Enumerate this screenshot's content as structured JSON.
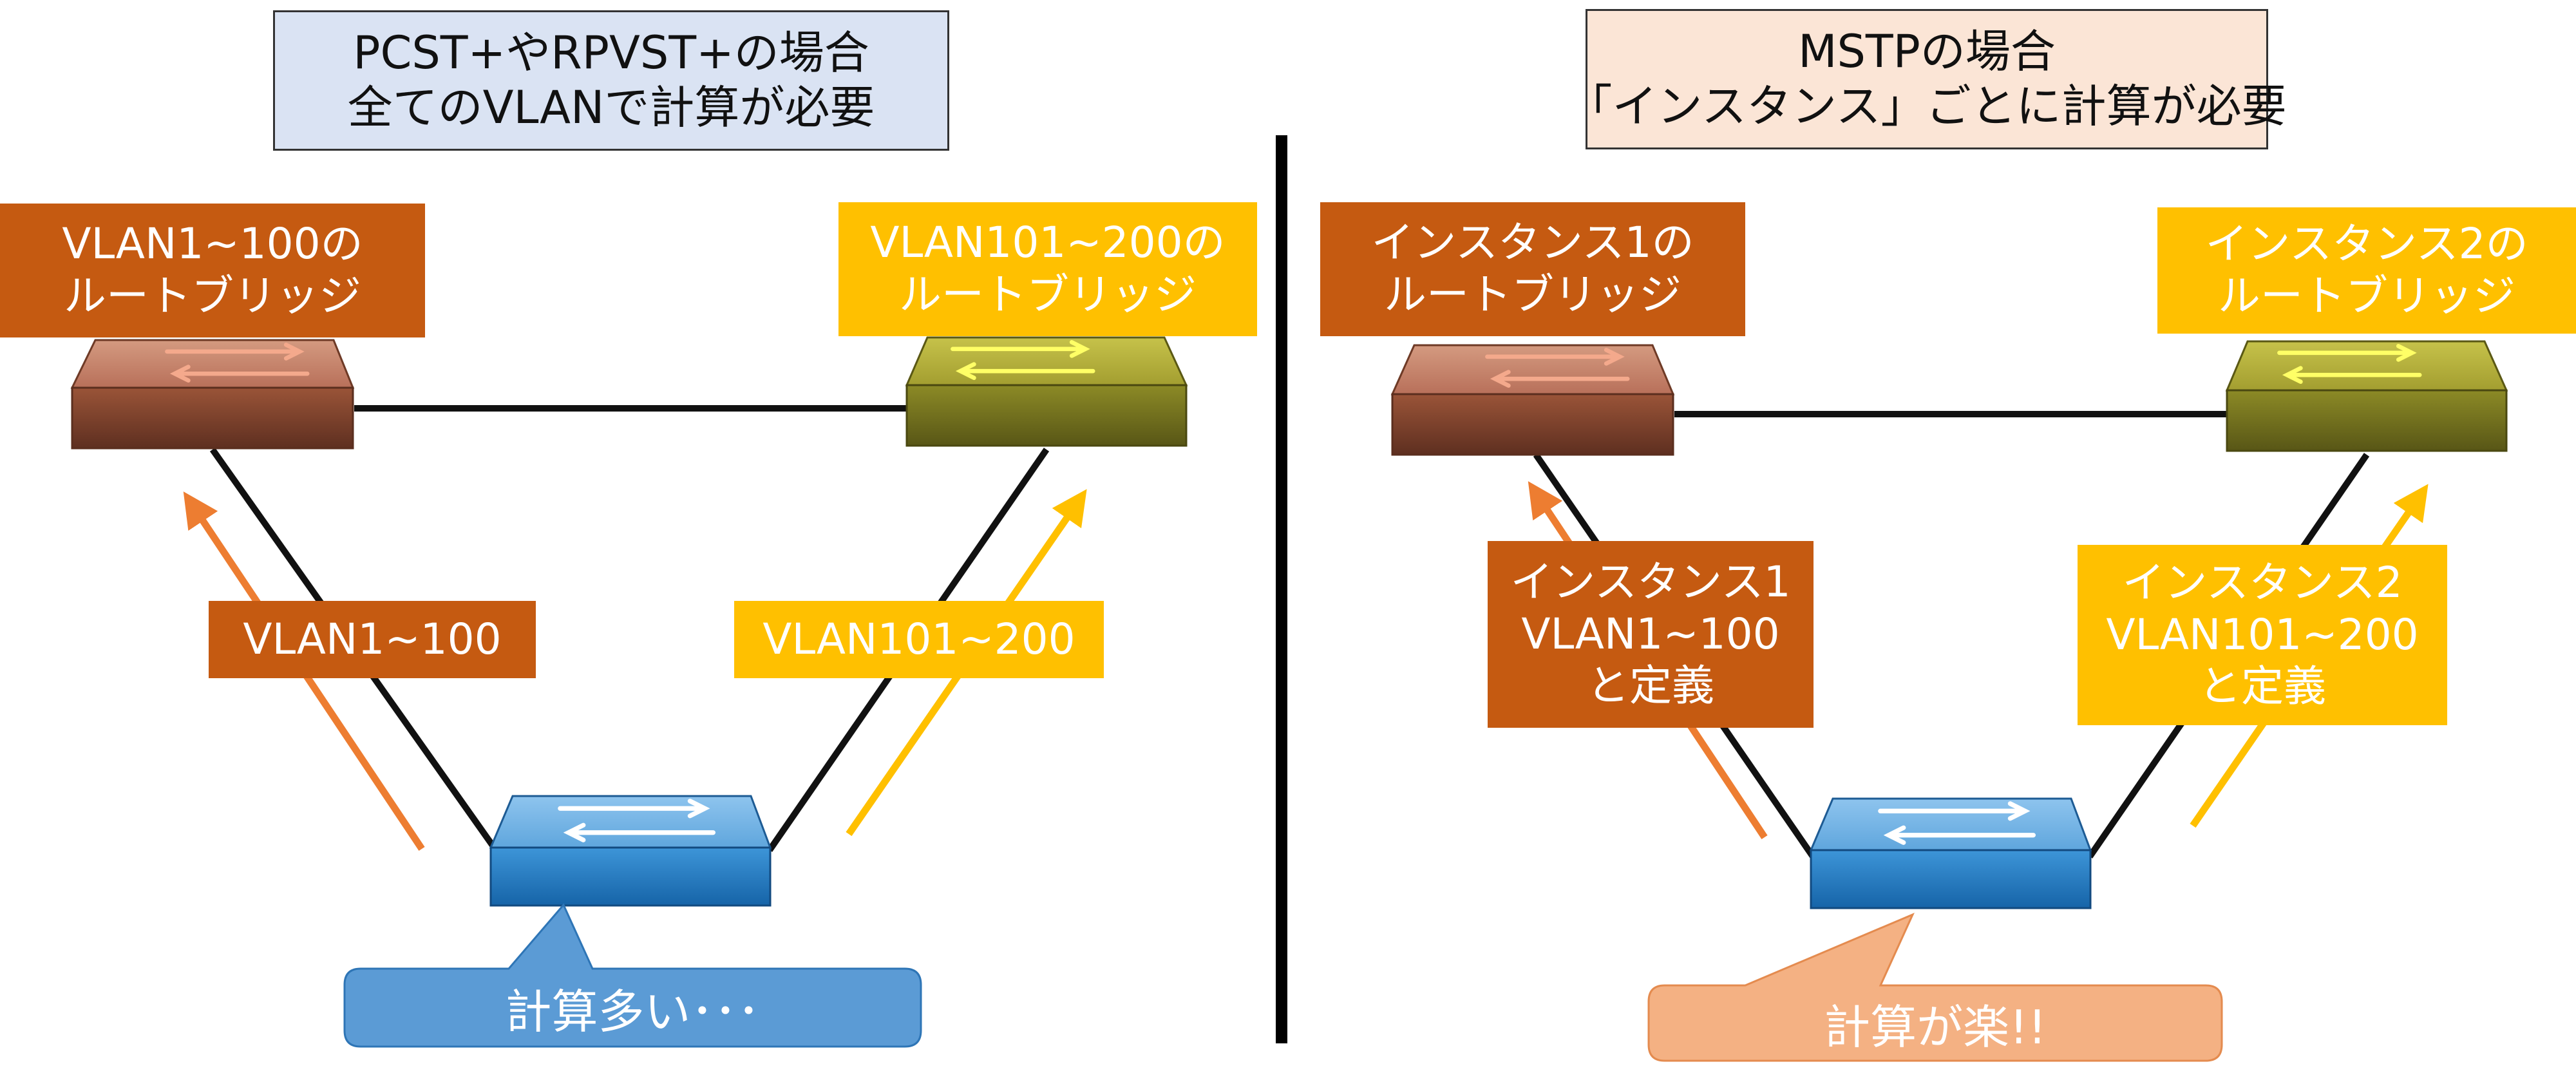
{
  "left_panel": {
    "title": [
      "PCST+やRPVST+の場合",
      "全てのVLANで計算が必要"
    ],
    "root_left_label": [
      "VLAN1~100の",
      "ルートブリッジ"
    ],
    "root_right_label": [
      "VLAN101~200の",
      "ルートブリッジ"
    ],
    "path_left_label": "VLAN1~100",
    "path_right_label": "VLAN101~200",
    "callout": "計算多い･･･"
  },
  "right_panel": {
    "title": [
      "MSTPの場合",
      "「インスタンス」ごとに計算が必要"
    ],
    "root_left_label": [
      "インスタンス1の",
      "ルートブリッジ"
    ],
    "root_right_label": [
      "インスタンス2の",
      "ルートブリッジ"
    ],
    "path_left_label": [
      "インスタンス1",
      "VLAN1~100",
      "と定義"
    ],
    "path_right_label": [
      "インスタンス2",
      "VLAN101~200",
      "と定義"
    ],
    "callout": "計算が楽!!"
  },
  "colors": {
    "dark_orange": "#c55a11",
    "gold": "#ffc000",
    "arrow_orange": "#ed7d31",
    "callout_blue": "#5b9bd5",
    "callout_peach": "#f4b183",
    "switch_brown": "#8b4a32",
    "switch_olive": "#7a7a1e",
    "switch_blue": "#2e83c8"
  },
  "icons": [
    "switch-icon"
  ]
}
